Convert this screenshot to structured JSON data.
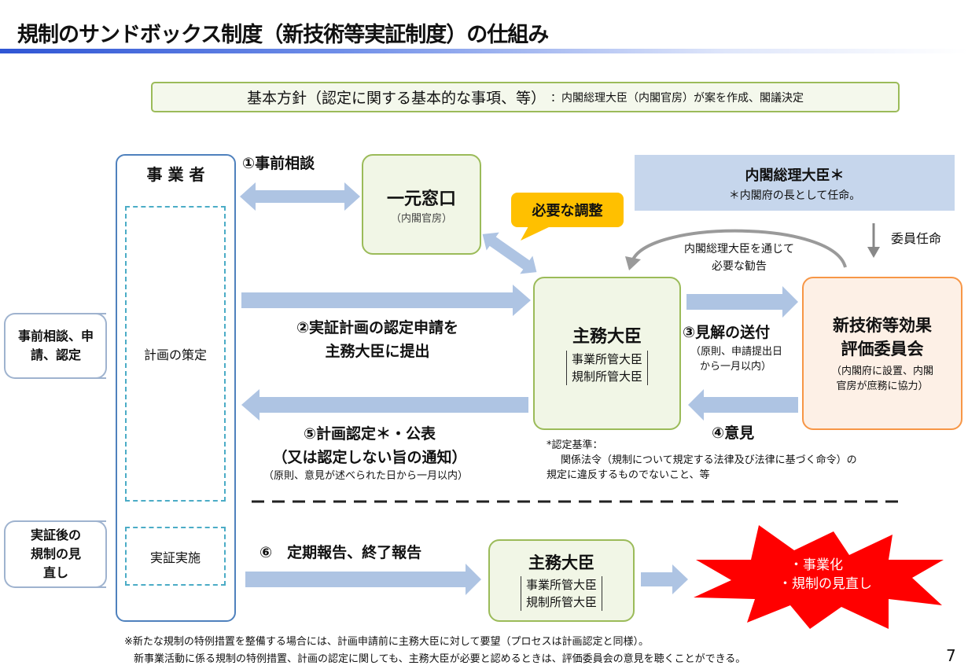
{
  "title": "規制のサンドボックス制度（新技術等実証制度）の仕組み",
  "basic_policy": {
    "main": "基本方針（認定に関する基本的な事項、等）",
    "sub": "：内閣総理大臣（内閣官房）が案を作成、閣議決定"
  },
  "phases": {
    "consultation": "事前相談、申請、認定",
    "post_review": "実証後の規制の見直し"
  },
  "operator": {
    "title": "事 業 者",
    "planning": "計画の策定",
    "implementation": "実証実施"
  },
  "steps": {
    "s1": "①事前相談",
    "s2_line1": "②実証計画の認定申請を",
    "s2_line2": "主務大臣に提出",
    "s3": "③見解の送付",
    "s3_note1": "（原則、申請提出日",
    "s3_note2": "から一月以内）",
    "s4": "④意見",
    "s5_line1": "⑤計画認定＊・公表",
    "s5_line2": "（又は認定しない旨の通知）",
    "s5_note": "（原則、意見が述べられた日から一月以内）",
    "s6": "⑥　定期報告、終了報告"
  },
  "one_stop": {
    "title": "一元窓口",
    "sub": "（内閣官房）"
  },
  "adjustment_callout": "必要な調整",
  "pm": {
    "title": "内閣総理大臣＊",
    "note": "＊内閣府の長として任命。"
  },
  "appointment": "委員任命",
  "recommendation": {
    "line1": "内閣総理大臣を通じて",
    "line2": "必要な勧告"
  },
  "minister": {
    "title": "主務大臣",
    "sub1": "事業所管大臣",
    "sub2": "規制所管大臣"
  },
  "committee": {
    "line1": "新技術等効果",
    "line2": "評価委員会",
    "note1": "（内閣府に設置、内閣",
    "note2": "官房が庶務に協力）"
  },
  "criteria": {
    "head": "*認定基準：",
    "line1": "関係法令（規制について規定する法律及び法律に基づく命令）の",
    "line2": "規定に違反するものでないこと、等"
  },
  "outcome": {
    "line1": "・事業化",
    "line2": "・規制の見直し"
  },
  "footnote": {
    "line1": "※新たな規制の特例措置を整備する場合には、計画申請前に主務大臣に対して要望（プロセスは計画認定と同様）。",
    "line2": "新事業活動に係る規制の特例措置、計画の認定に関しても、主務大臣が必要と認めるときは、評価委員会の意見を聴くことができる。"
  },
  "page_number": "7",
  "colors": {
    "arrow": "#aec4e3",
    "green": "#9bbb59",
    "orange": "#f79646",
    "callout": "#ffc000",
    "burst": "#ff0000",
    "pm_box": "#c6d6ec"
  }
}
